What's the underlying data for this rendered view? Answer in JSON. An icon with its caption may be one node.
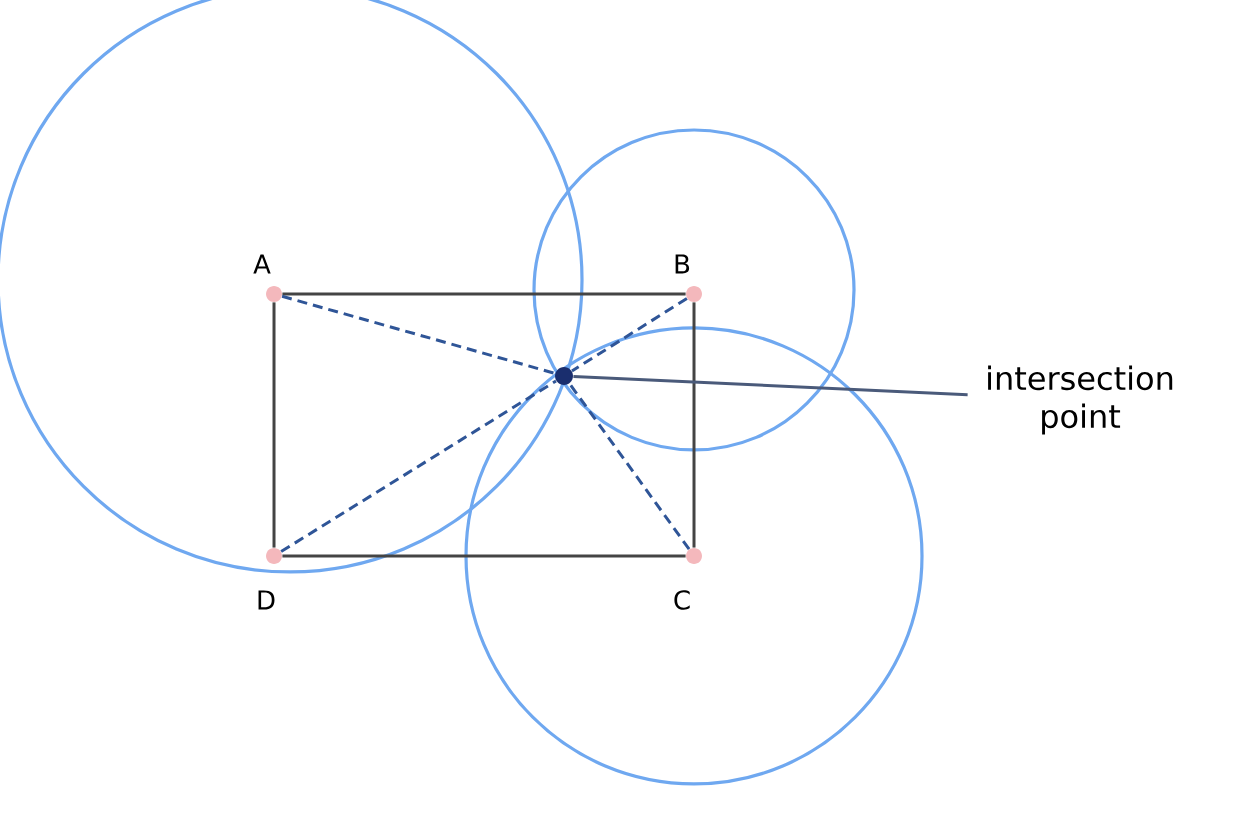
{
  "diagram": {
    "nodes": [
      {
        "text": [],
        "shape": "circle",
        "beside": [
          "A"
        ]
      },
      {
        "text": [],
        "shape": "circle",
        "beside": [
          "B"
        ]
      },
      {
        "text": [],
        "shape": "circle",
        "beside": [
          "C"
        ]
      },
      {
        "text": [],
        "shape": "circle",
        "beside": [
          "D"
        ]
      },
      {
        "text": [],
        "shape": "circle"
      },
      {
        "text": [
          "intersection point"
        ]
      }
    ],
    "edges": [
      {
        "from": 0,
        "to": 1,
        "arrow": "none"
      },
      {
        "from": 1,
        "to": 2,
        "arrow": "none"
      },
      {
        "from": 2,
        "to": 3,
        "arrow": "none"
      },
      {
        "from": 3,
        "to": 0,
        "arrow": "none"
      },
      {
        "from": 0,
        "to": 4,
        "arrow": "none",
        "style": "dashed",
        "color": "#2f5597"
      },
      {
        "from": 1,
        "to": 4,
        "arrow": "none",
        "style": "dashed",
        "color": "#2f5597"
      },
      {
        "from": 2,
        "to": 4,
        "arrow": "none",
        "style": "dashed",
        "color": "#2f5597"
      },
      {
        "from": 3,
        "to": 4,
        "arrow": "none",
        "style": "dashed",
        "color": "#2f5597"
      },
      {
        "from": 4,
        "to": 5,
        "arrow": "none"
      }
    ]
  }
}
